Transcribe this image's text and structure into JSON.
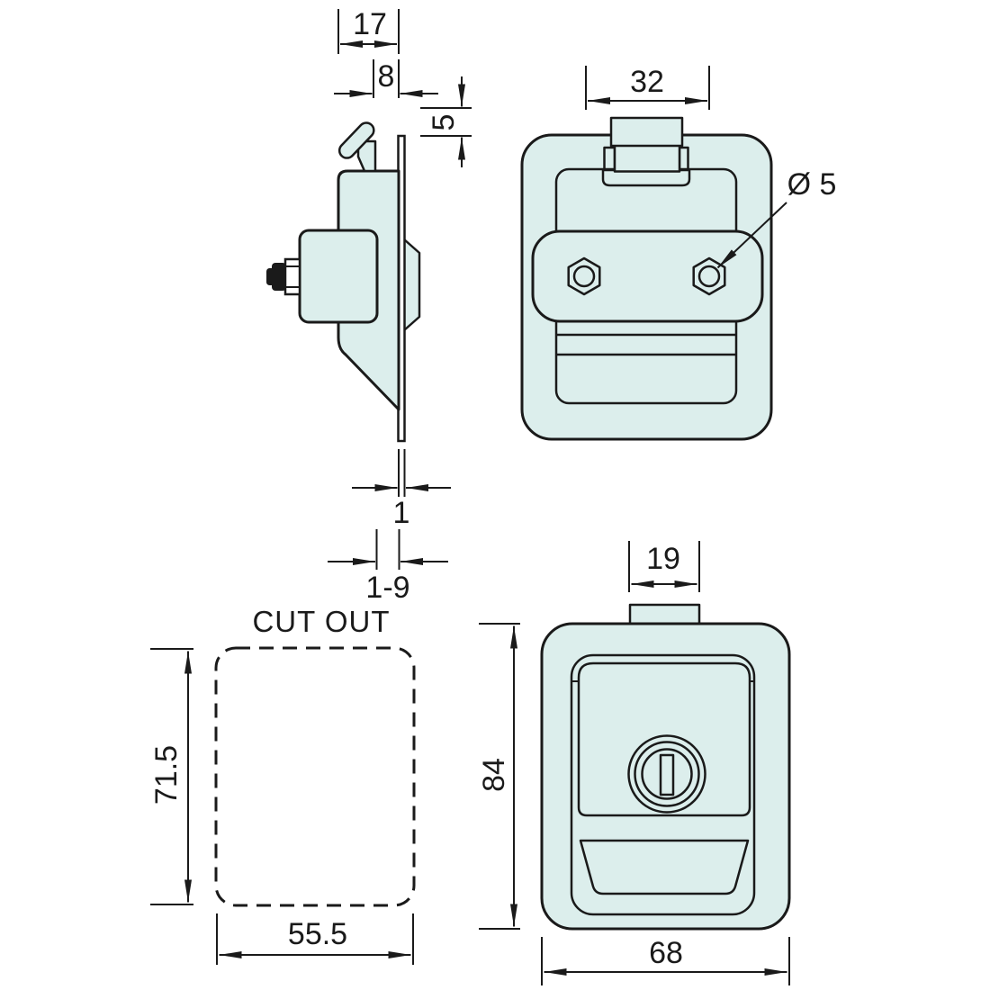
{
  "drawing": {
    "colors": {
      "background": "#ffffff",
      "line": "#1a1a1a",
      "part_fill": "#dceeec"
    },
    "side_view": {
      "depth": "17",
      "hook_offset": "8",
      "hook_height": "5",
      "flange_thickness": "1",
      "panel_thickness_range": "1-9"
    },
    "back_view": {
      "bracket_width": "32",
      "hole_diameter": "Ø 5"
    },
    "cutout_view": {
      "label": "CUT OUT",
      "height": "71.5",
      "width": "55.5"
    },
    "front_view": {
      "tab_width": "19",
      "height": "84",
      "width": "68"
    }
  }
}
